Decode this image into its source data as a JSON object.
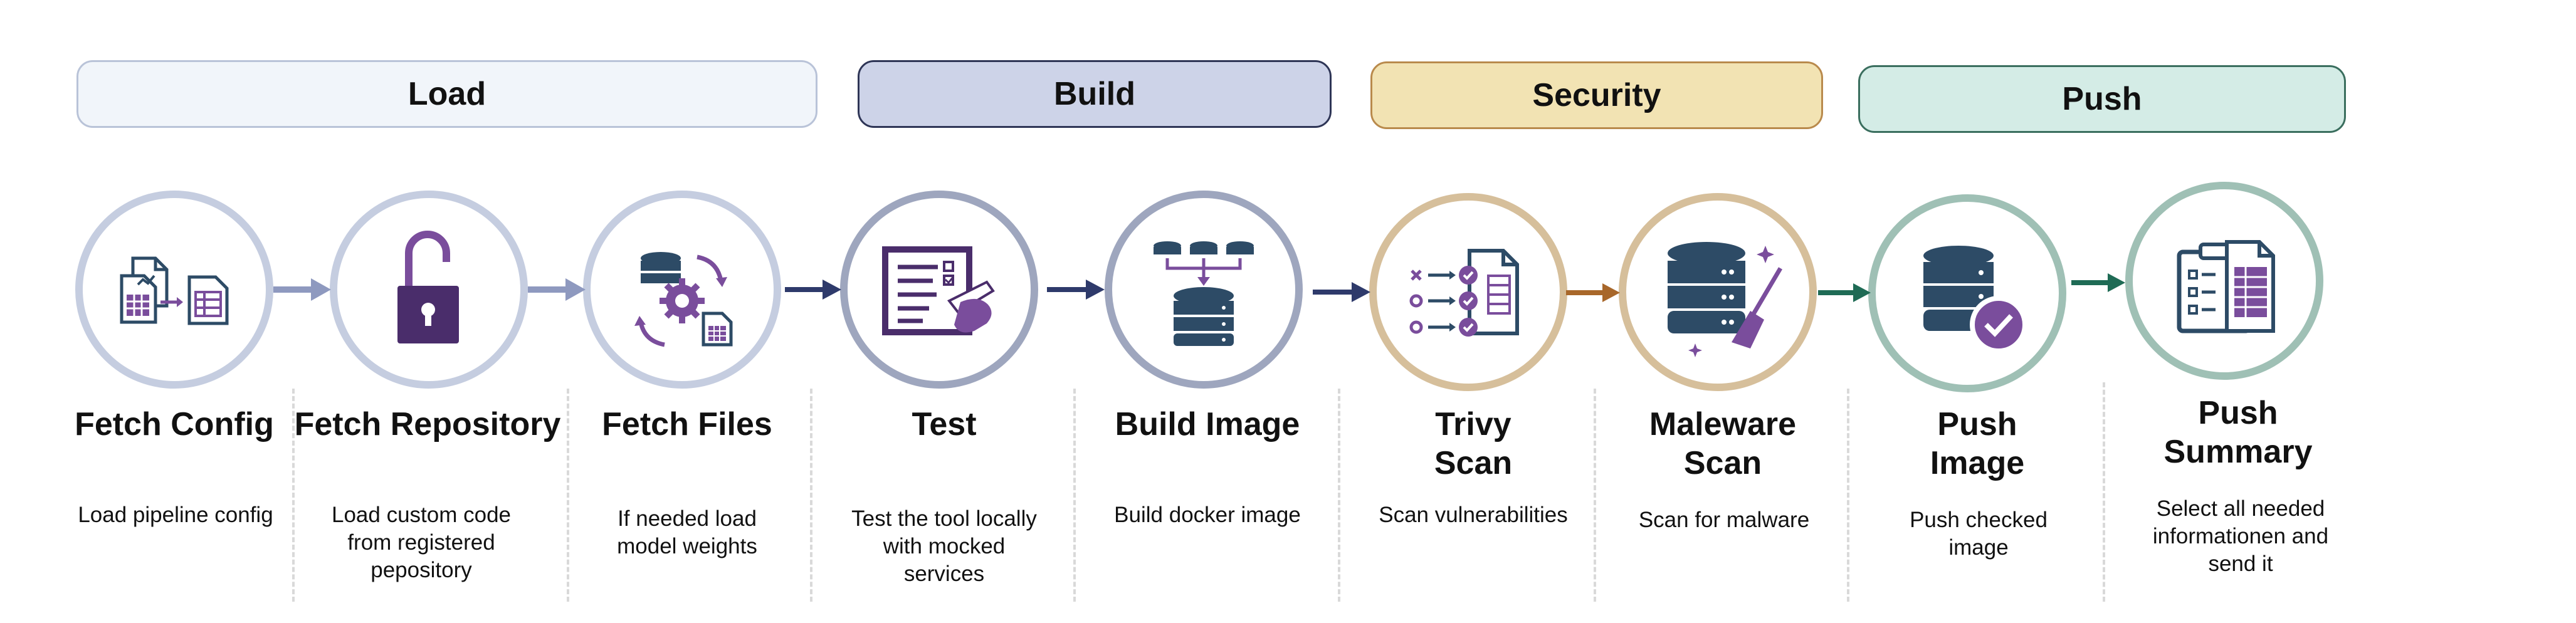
{
  "phases": [
    {
      "label": "Load",
      "bg": "#f1f5fa",
      "border": "#b9c3d8"
    },
    {
      "label": "Build",
      "bg": "#cdd3e8",
      "border": "#2e3556"
    },
    {
      "label": "Security",
      "bg": "#f2e3b3",
      "border": "#b98a4c"
    },
    {
      "label": "Push",
      "bg": "#d4ece6",
      "border": "#3a6e5e"
    }
  ],
  "steps": [
    {
      "title_lines": [
        "Fetch Config"
      ],
      "desc_lines": [
        "Load pipeline config"
      ],
      "icon": "file-transfer-icon",
      "ring": "#c5cde0"
    },
    {
      "title_lines": [
        "Fetch Repository"
      ],
      "desc_lines": [
        "Load custom code",
        "from registered",
        "pepository"
      ],
      "icon": "unlocked-padlock-icon",
      "ring": "#c5cde0"
    },
    {
      "title_lines": [
        "Fetch Files"
      ],
      "desc_lines": [
        "If needed load",
        "model weights"
      ],
      "icon": "database-sync-icon",
      "ring": "#c5cde0"
    },
    {
      "title_lines": [
        "Test"
      ],
      "desc_lines": [
        "Test the tool locally",
        "with mocked",
        "services"
      ],
      "icon": "checklist-pen-icon",
      "ring": "#9ea6be"
    },
    {
      "title_lines": [
        "Build Image"
      ],
      "desc_lines": [
        "Build docker image"
      ],
      "icon": "database-merge-icon",
      "ring": "#9ea6be"
    },
    {
      "title_lines": [
        "Trivy",
        "Scan"
      ],
      "desc_lines": [
        "Scan vulnerabilities"
      ],
      "icon": "scan-checklist-icon",
      "ring": "#d6bf9b"
    },
    {
      "title_lines": [
        "Maleware",
        "Scan"
      ],
      "desc_lines": [
        "Scan for malware"
      ],
      "icon": "database-broom-icon",
      "ring": "#d6bf9b"
    },
    {
      "title_lines": [
        "Push",
        "Image"
      ],
      "desc_lines": [
        "Push checked",
        "image"
      ],
      "icon": "database-check-icon",
      "ring": "#9fc0b5"
    },
    {
      "title_lines": [
        "Push",
        "Summary"
      ],
      "desc_lines": [
        "Select all needed",
        "informationen and",
        "send it"
      ],
      "icon": "clipboard-table-icon",
      "ring": "#9fc0b5"
    }
  ],
  "arrow_colors": [
    "#8e99bf",
    "#8e99bf",
    "#2e3a6b",
    "#2e3a6b",
    "#2e3a6b",
    "#a8672a",
    "#1f6b55",
    "#1f6b55"
  ],
  "icon_colors": {
    "navy": "#2d4b66",
    "purple": "#7a4d9c",
    "dark_purple": "#4a2d6b"
  }
}
